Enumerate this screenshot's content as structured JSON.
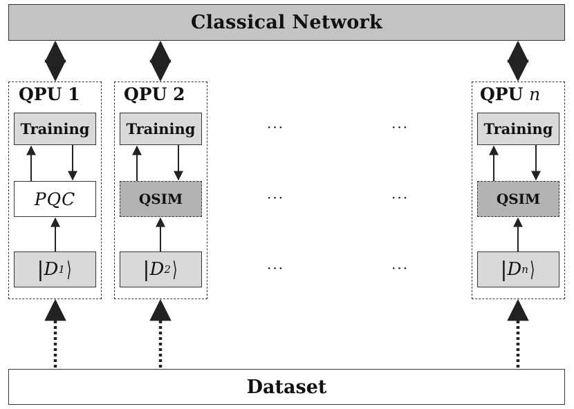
{
  "network": {
    "label": "Classical Network"
  },
  "dataset": {
    "label": "Dataset"
  },
  "qpus": [
    {
      "title": "QPU 1",
      "title_prefix": "QPU ",
      "title_index": "1",
      "training": "Training",
      "middle": "PQC",
      "state": "D",
      "state_sub": "1"
    },
    {
      "title": "QPU 2",
      "title_prefix": "QPU ",
      "title_index": "2",
      "training": "Training",
      "middle": "QSIM",
      "state": "D",
      "state_sub": "2"
    },
    {
      "title": "QPU n",
      "title_prefix": "QPU ",
      "title_index": "n",
      "training": "Training",
      "middle": "QSIM",
      "state": "D",
      "state_sub": "n"
    }
  ],
  "ellipsis": "···",
  "colors": {
    "network_fill": "#c4c4c4",
    "training_fill": "#d9d9d9",
    "qsim_fill": "#b3b3b3",
    "line": "#333333"
  }
}
